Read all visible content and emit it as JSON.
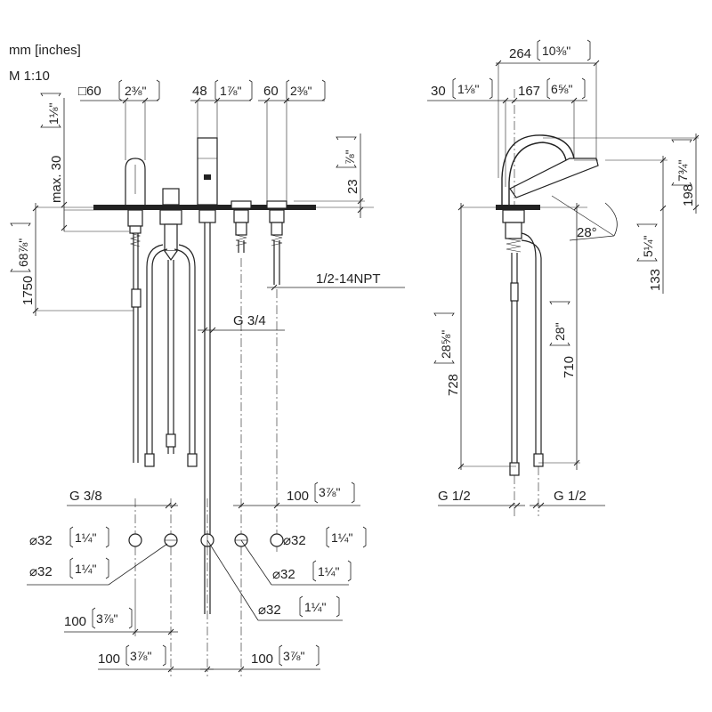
{
  "header": {
    "units": "mm [inches]",
    "scale": "M 1:10"
  },
  "front_view": {
    "dim_square": "□60",
    "dim_square_in": "2⅜\"",
    "dim_48": "48",
    "dim_48_in": "1⅞\"",
    "dim_60": "60",
    "dim_60_in": "2⅜\"",
    "dim_max30": "max. 30",
    "dim_max30_in": "1⅛\"",
    "dim_23": "23",
    "dim_23_in": "⅞\"",
    "dim_1750": "1750",
    "dim_1750_in": "68⅞\"",
    "thread_npt": "1/2-14NPT",
    "thread_g34": "G 3/4",
    "thread_g38": "G 3/8",
    "dim_100_top": "100",
    "dim_100_top_in": "3⅞\""
  },
  "holes": [
    {
      "label": "⌀32",
      "label_in": "1¼\""
    },
    {
      "label": "⌀32",
      "label_in": "1¼\""
    },
    {
      "label": "⌀32",
      "label_in": "1¼\""
    },
    {
      "label": "⌀32",
      "label_in": "1¼\""
    },
    {
      "label": "⌀32",
      "label_in": "1¼\""
    }
  ],
  "bottom_dims": [
    {
      "value": "100",
      "inch": "3⅞\""
    },
    {
      "value": "100",
      "inch": "3⅞\""
    },
    {
      "value": "100",
      "inch": "3⅞\""
    }
  ],
  "side_view": {
    "dim_264": "264",
    "dim_264_in": "10⅜\"",
    "dim_30": "30",
    "dim_30_in": "1⅛\"",
    "dim_167": "167",
    "dim_167_in": "6⅝\"",
    "dim_198": "198",
    "dim_198_in": "7¾\"",
    "angle": "28°",
    "dim_133": "133",
    "dim_133_in": "5¼\"",
    "dim_728": "728",
    "dim_728_in": "28⅝\"",
    "dim_710": "710",
    "dim_710_in": "28\"",
    "thread_left": "G 1/2",
    "thread_right": "G 1/2"
  }
}
